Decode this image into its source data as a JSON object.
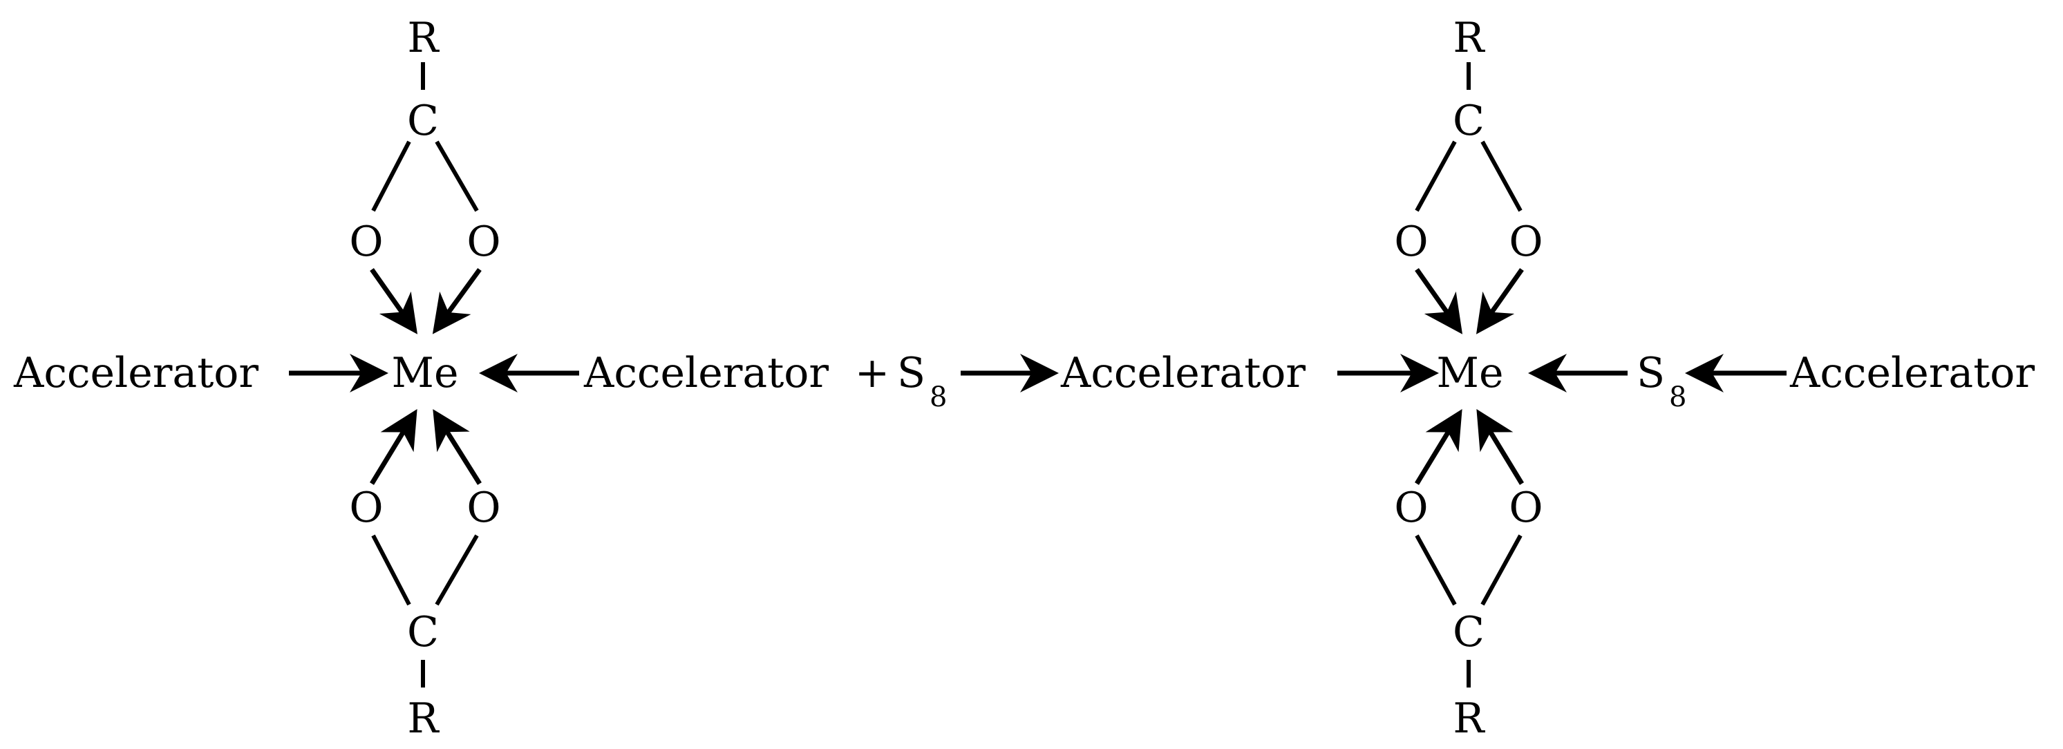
{
  "left_complex": {
    "metal": "Me",
    "top_ligand": {
      "r": "R",
      "c": "C",
      "o_left": "O",
      "o_right": "O"
    },
    "bottom_ligand": {
      "r": "R",
      "c": "C",
      "o_left": "O",
      "o_right": "O"
    },
    "left_label": "Accelerator",
    "right_label": "Accelerator",
    "plus": "+",
    "sulfur": "S",
    "sulfur_subscript": "8"
  },
  "middle_label": "Accelerator",
  "right_complex": {
    "metal": "Me",
    "top_ligand": {
      "r": "R",
      "c": "C",
      "o_left": "O",
      "o_right": "O"
    },
    "bottom_ligand": {
      "r": "R",
      "c": "C",
      "o_left": "O",
      "o_right": "O"
    },
    "sulfur": "S",
    "sulfur_subscript": "8",
    "right_label": "Accelerator"
  }
}
